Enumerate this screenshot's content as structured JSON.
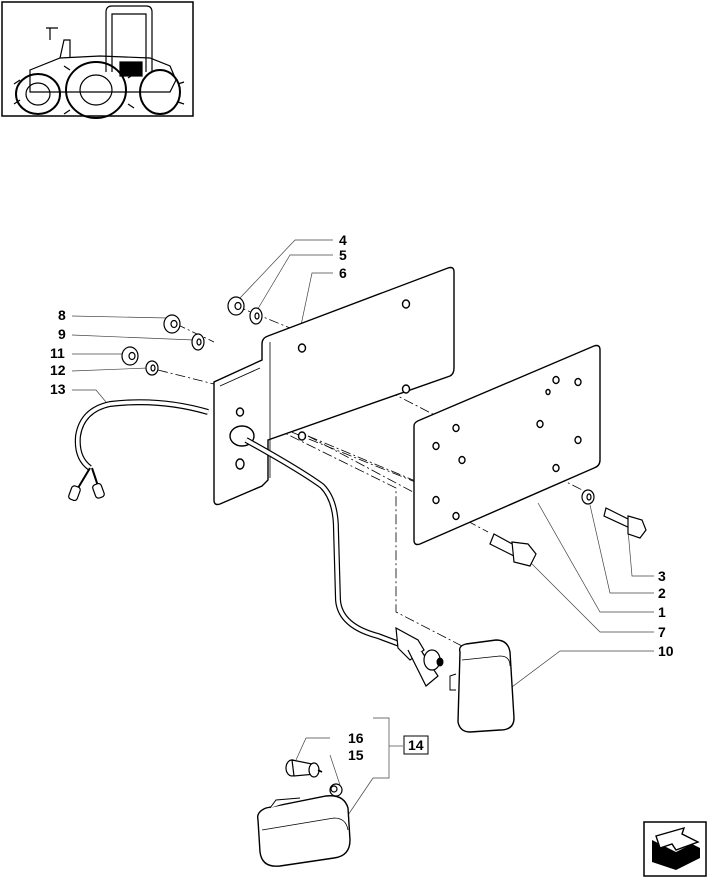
{
  "diagram": {
    "callouts": [
      {
        "id": "4",
        "text": "4"
      },
      {
        "id": "5",
        "text": "5"
      },
      {
        "id": "6",
        "text": "6"
      },
      {
        "id": "8",
        "text": "8"
      },
      {
        "id": "9",
        "text": "9"
      },
      {
        "id": "11",
        "text": "11"
      },
      {
        "id": "12",
        "text": "12"
      },
      {
        "id": "13",
        "text": "13"
      },
      {
        "id": "3",
        "text": "3"
      },
      {
        "id": "2",
        "text": "2"
      },
      {
        "id": "1",
        "text": "1"
      },
      {
        "id": "7",
        "text": "7"
      },
      {
        "id": "10",
        "text": "10"
      },
      {
        "id": "16",
        "text": "16"
      },
      {
        "id": "15",
        "text": "15"
      },
      {
        "id": "14",
        "text": "14"
      }
    ]
  },
  "thumbnail": {
    "icon": "tractor-location-icon"
  },
  "navigation": {
    "icon": "next-page-arrow-icon"
  }
}
